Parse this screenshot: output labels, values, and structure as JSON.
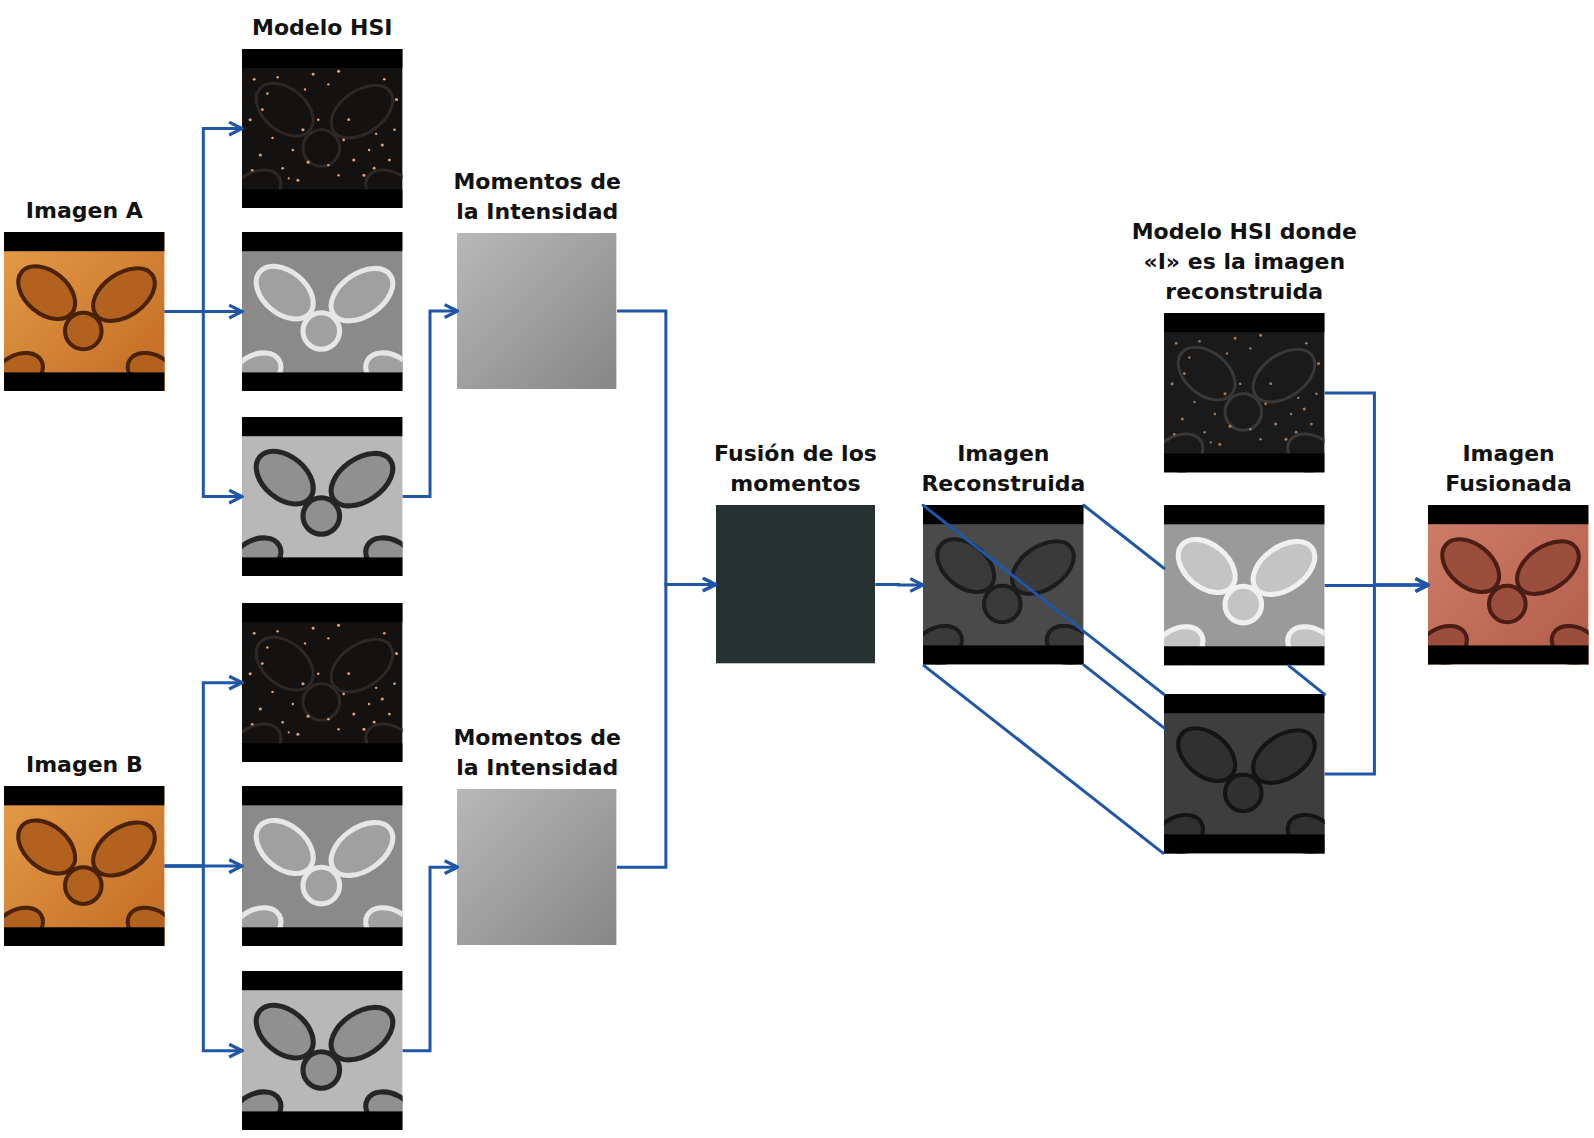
{
  "diagram": {
    "nodes": [
      {
        "text": [
          "Imagen A"
        ]
      },
      {
        "text": [
          "Modelo HSI"
        ]
      },
      {
        "text": []
      },
      {
        "text": []
      },
      {
        "text": [
          "Momentos de la Intensidad"
        ]
      },
      {
        "text": [
          "Imagen B"
        ]
      },
      {
        "text": []
      },
      {
        "text": []
      },
      {
        "text": []
      },
      {
        "text": [
          "Momentos de la Intensidad"
        ]
      },
      {
        "text": [
          "Fusión de los momentos"
        ]
      },
      {
        "text": [
          "Imagen Reconstruida"
        ]
      },
      {
        "text": [
          "Modelo HSI donde «I» es la imagen reconstruida"
        ]
      },
      {
        "text": []
      },
      {
        "text": []
      },
      {
        "text": [
          "Imagen Fusionada"
        ]
      }
    ],
    "edges": [
      {
        "from": 0,
        "to": 1,
        "arrow": "to"
      },
      {
        "from": 0,
        "to": 2,
        "arrow": "to"
      },
      {
        "from": 0,
        "to": 3,
        "arrow": "to"
      },
      {
        "from": 3,
        "to": 4,
        "arrow": "to"
      },
      {
        "from": 5,
        "to": 6,
        "arrow": "to"
      },
      {
        "from": 5,
        "to": 7,
        "arrow": "to"
      },
      {
        "from": 5,
        "to": 8,
        "arrow": "to"
      },
      {
        "from": 8,
        "to": 9,
        "arrow": "to"
      },
      {
        "from": 4,
        "to": 10,
        "arrow": "to"
      },
      {
        "from": 9,
        "to": 10,
        "arrow": "to"
      },
      {
        "from": 10,
        "to": 11,
        "arrow": "to"
      },
      {
        "from": 11,
        "to": 14,
        "arrow": "none"
      },
      {
        "from": 12,
        "to": 15,
        "arrow": "to"
      },
      {
        "from": 13,
        "to": 15,
        "arrow": "to"
      },
      {
        "from": 14,
        "to": 15,
        "arrow": "to"
      }
    ]
  }
}
